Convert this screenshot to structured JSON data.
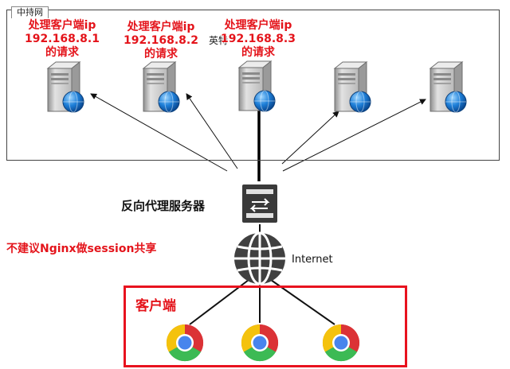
{
  "cluster": {
    "tab_label": "中持网",
    "background_text": "英特"
  },
  "servers": [
    {
      "label": [
        "处理客户端ip",
        "192.168.8.1",
        "的请求"
      ]
    },
    {
      "label": [
        "处理客户端ip",
        "192.168.8.2",
        "的请求"
      ]
    },
    {
      "label": [
        "处理客户端ip",
        "192.168.8.3",
        "的请求"
      ]
    },
    {
      "label": null
    },
    {
      "label": null
    }
  ],
  "proxy": {
    "label": "反向代理服务器"
  },
  "note": "不建议Nginx做session共享",
  "internet": {
    "label": "Internet"
  },
  "clients": {
    "label": "客户端",
    "count": 3
  },
  "colors": {
    "label_red": "#e4141b",
    "client_box_border": "#e8121e",
    "globe_dark": "#404040",
    "server_body": "#cfcfcf",
    "server_globe": "#1e7fd8"
  },
  "icons": {
    "server": "server-with-globe-icon",
    "proxy": "reverse-proxy-icon",
    "internet": "globe-icon",
    "client": "chrome-browser-icon"
  }
}
